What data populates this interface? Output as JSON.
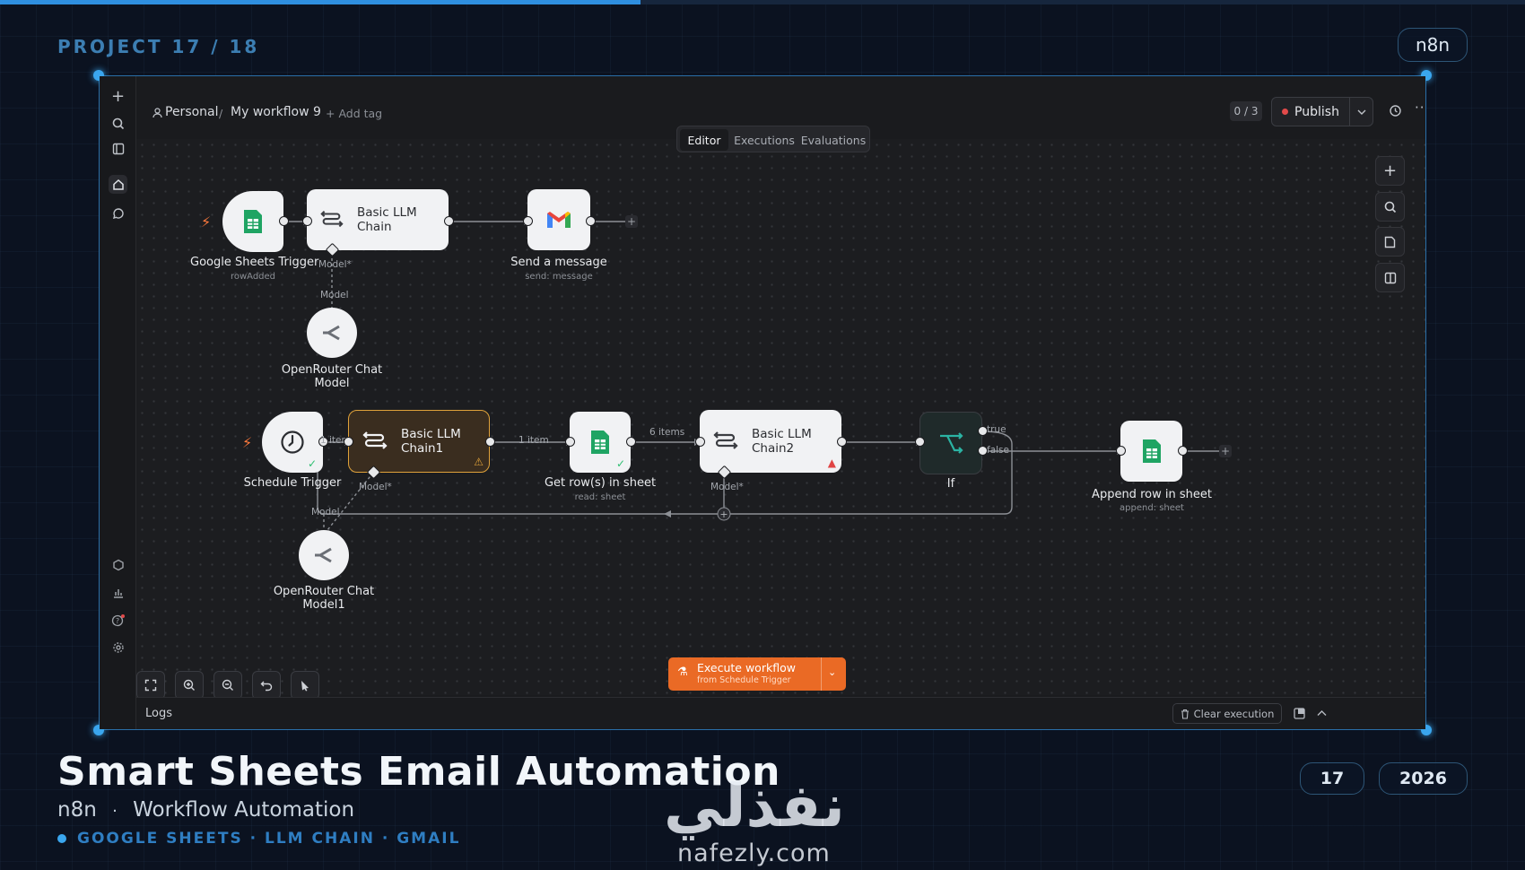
{
  "slide": {
    "project_counter": "PROJECT 17 / 18",
    "brand_badge": "n8n",
    "progress_fraction": 0.42,
    "title": "Smart Sheets Email Automation",
    "subtitle_left": "n8n",
    "subtitle_sep": "·",
    "subtitle_right": "Workflow Automation",
    "tags": "GOOGLE SHEETS · LLM CHAIN · GMAIL",
    "project_number": "17",
    "year": "2026",
    "watermark_arabic": "نفذلي",
    "watermark_latin": "nafezly.com",
    "accent_color": "#3aa6ee"
  },
  "app": {
    "breadcrumb": {
      "scope": "Personal",
      "separator": "/",
      "workflow_name": "My workflow 9",
      "add_tag": "+ Add tag"
    },
    "counter": "0 / 3",
    "publish_label": "Publish",
    "tabs": [
      {
        "label": "Editor",
        "active": true
      },
      {
        "label": "Executions",
        "active": false
      },
      {
        "label": "Evaluations",
        "active": false
      }
    ],
    "nodes": {
      "sheets_trigger": {
        "title": "Google Sheets Trigger",
        "subtitle": "rowAdded"
      },
      "llm_chain": {
        "title": "Basic LLM Chain"
      },
      "gmail": {
        "title": "Send a message",
        "subtitle": "send: message"
      },
      "openrouter": {
        "title_line1": "OpenRouter Chat",
        "title_line2": "Model"
      },
      "schedule_trigger": {
        "title": "Schedule Trigger"
      },
      "llm_chain1": {
        "title_line1": "Basic LLM",
        "title_line2": "Chain1"
      },
      "get_rows": {
        "title": "Get row(s) in sheet",
        "subtitle": "read: sheet"
      },
      "llm_chain2": {
        "title_line1": "Basic LLM",
        "title_line2": "Chain2"
      },
      "if_node": {
        "title": "If",
        "true_label": "true",
        "false_label": "false"
      },
      "append_row": {
        "title": "Append row in sheet",
        "subtitle": "append: sheet"
      },
      "openrouter1": {
        "title_line1": "OpenRouter Chat",
        "title_line2": "Model1"
      }
    },
    "edge_labels": {
      "model": "Model",
      "model_req": "Model*",
      "one_item": "1 item",
      "six_items": "6 items"
    },
    "execute": {
      "label": "Execute workflow",
      "sub": "from Schedule Trigger"
    },
    "logs_label": "Logs",
    "clear_execution": "Clear execution",
    "colors": {
      "execute": "#ea6a25",
      "selected_node": "#3a2d1f",
      "error": "#e04444",
      "warning": "#e0a23a"
    }
  }
}
